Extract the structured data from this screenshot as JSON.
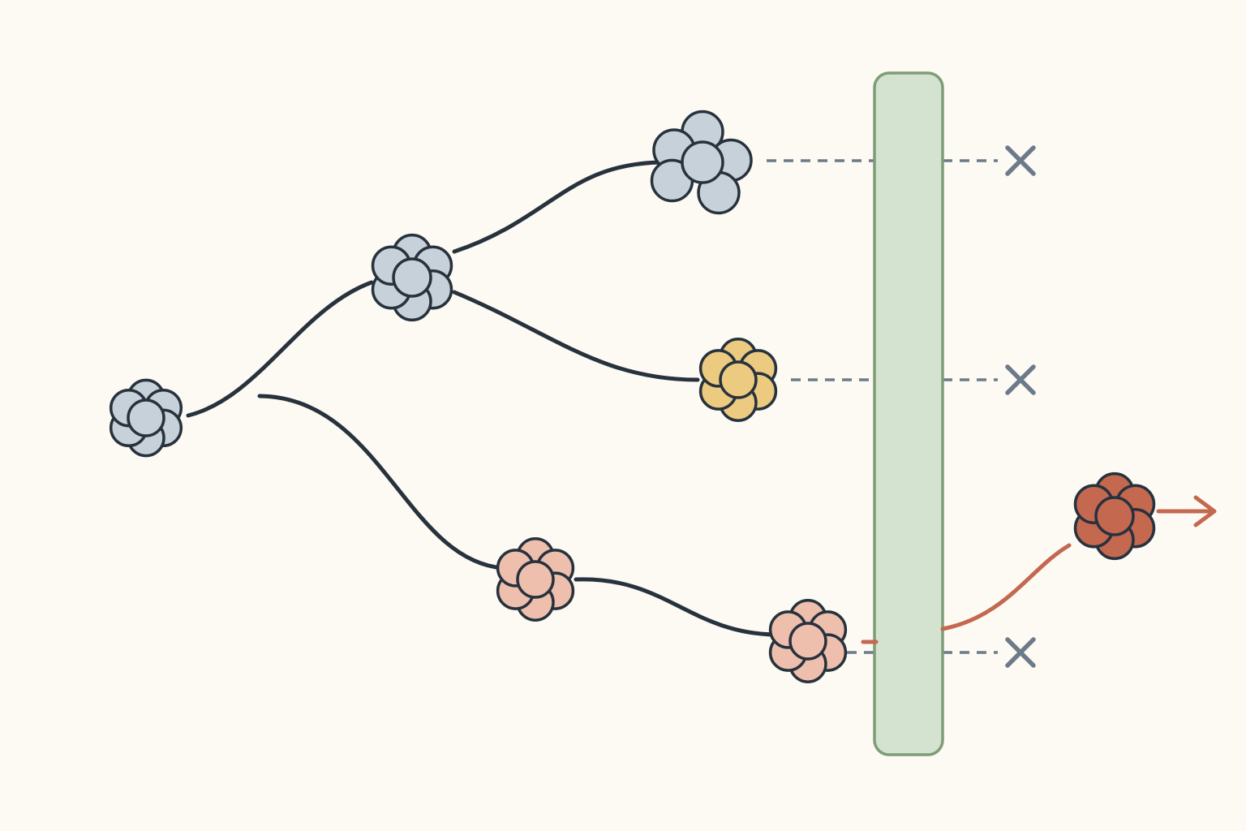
{
  "colors": {
    "background": "#fcfaf3",
    "outline": "#27323d",
    "branch": "#27323d",
    "dashed": "#6d7a8a",
    "blocked_mark": "#6d7a8a",
    "barrier_fill": "#d3e3cf",
    "barrier_stroke": "#7f9c78",
    "escape_path": "#c4684f"
  },
  "clusters": [
    {
      "id": "root",
      "fill": "#c6d1da"
    },
    {
      "id": "branch-upper-node",
      "fill": "#c6d1da"
    },
    {
      "id": "top-tip",
      "fill": "#c6d1da"
    },
    {
      "id": "middle-tip",
      "fill": "#ecca80"
    },
    {
      "id": "lower-node",
      "fill": "#efbfad"
    },
    {
      "id": "bottom-tip",
      "fill": "#efbfad"
    },
    {
      "id": "escaped",
      "fill": "#c4684f"
    }
  ],
  "icons": {
    "blocked": "x-mark-icon",
    "escape": "arrow-right-icon"
  },
  "outcomes": [
    {
      "path": "top",
      "crosses_barrier": false
    },
    {
      "path": "middle",
      "crosses_barrier": false
    },
    {
      "path": "bottom",
      "crosses_barrier": false
    },
    {
      "path": "bottom-escape",
      "crosses_barrier": true
    }
  ]
}
